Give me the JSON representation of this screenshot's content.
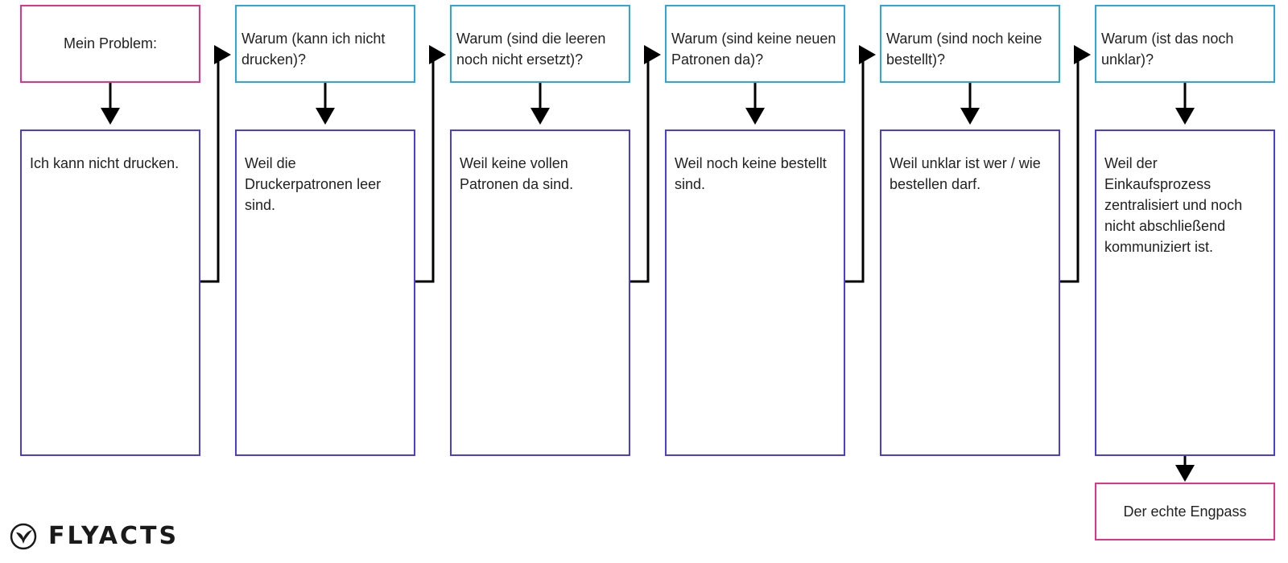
{
  "problem": {
    "label": "Mein Problem:"
  },
  "steps": [
    {
      "question": "",
      "answer": "Ich kann nicht drucken."
    },
    {
      "question": "Warum (kann ich nicht drucken)?",
      "answer": "Weil die Druckerpatronen leer sind."
    },
    {
      "question": "Warum (sind die leeren noch nicht ersetzt)?",
      "answer": "Weil keine vollen Patronen da sind."
    },
    {
      "question": "Warum (sind keine neuen Patronen da)?",
      "answer": "Weil noch keine bestellt sind."
    },
    {
      "question": "Warum (sind noch keine bestellt)?",
      "answer": "Weil unklar ist wer / wie bestellen darf."
    },
    {
      "question": "Warum (ist das noch unklar)?",
      "answer": "Weil der Einkaufsprozess zentralisiert und noch nicht abschließend kommuniziert ist."
    }
  ],
  "result": {
    "label": "Der echte Engpass"
  },
  "brand": {
    "name": "FLYACTS",
    "icon": "bird-icon"
  },
  "colors": {
    "problem_border": "#e0348a",
    "question_border": "#2ea7d6",
    "answer_border": "#4a3fd4",
    "arrow": "#000000"
  }
}
